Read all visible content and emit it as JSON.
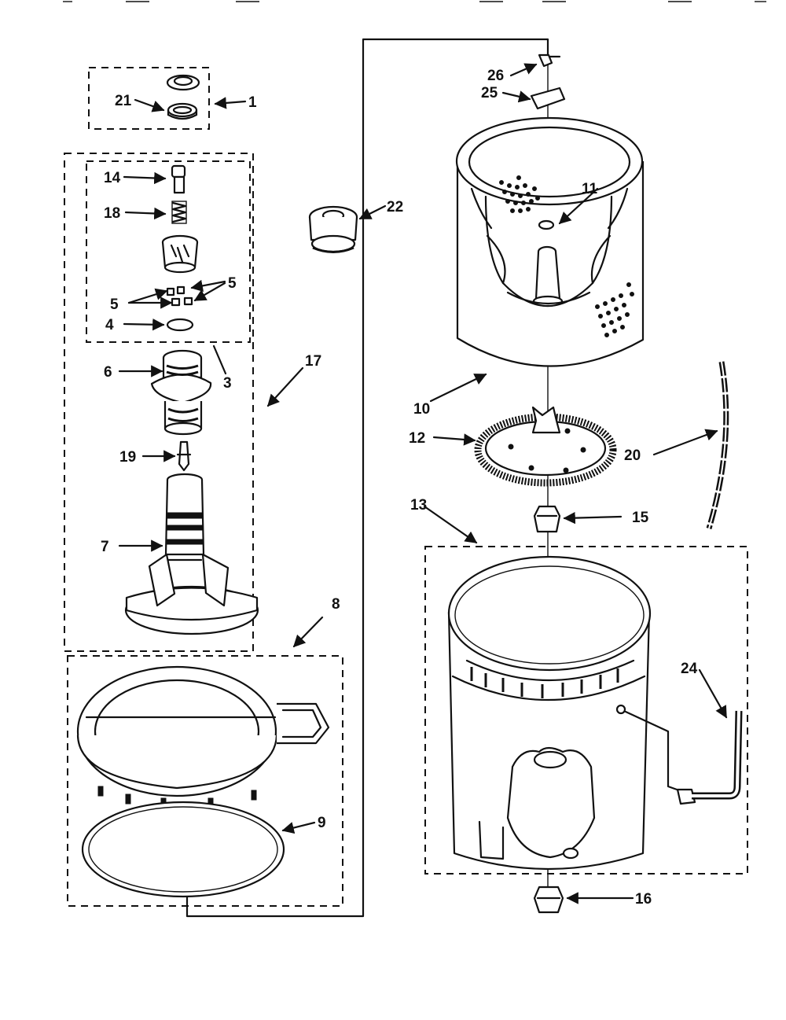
{
  "diagram": {
    "callouts": {
      "c1": "1",
      "c21": "21",
      "c14": "14",
      "c18": "18",
      "c5a": "5",
      "c5b": "5",
      "c4": "4",
      "c3": "3",
      "c6": "6",
      "c17": "17",
      "c19": "19",
      "c7": "7",
      "c8": "8",
      "c9": "9",
      "c22": "22",
      "c26": "26",
      "c25": "25",
      "c11": "11",
      "c10": "10",
      "c12": "12",
      "c20": "20",
      "c13": "13",
      "c15": "15",
      "c24": "24",
      "c16": "16"
    }
  }
}
